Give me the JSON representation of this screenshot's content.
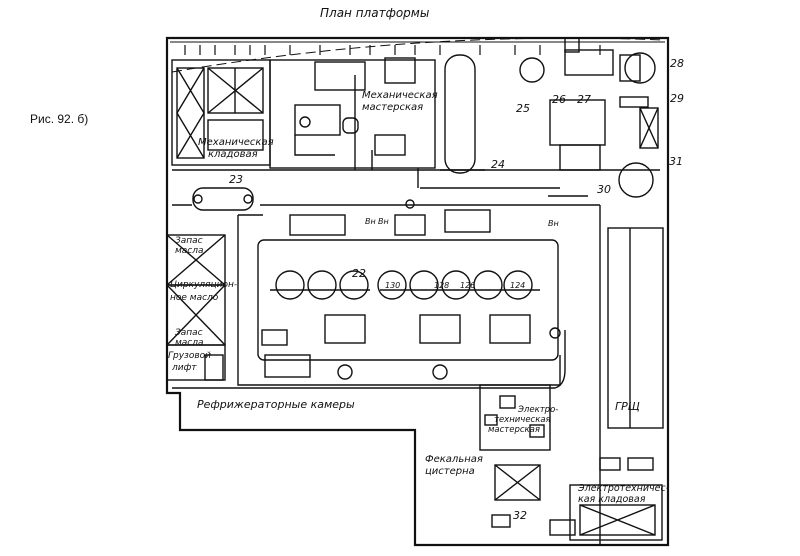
{
  "figure_caption": "Рис. 92. б)",
  "title": "План платформы",
  "rooms": {
    "mech_store_1": "Механическая",
    "mech_store_2": "кладовая",
    "mech_shop_1": "Механическая",
    "mech_shop_2": "мастерская",
    "oil_supply_top_1": "Запас",
    "oil_supply_top_2": "масла",
    "circulation_oil_1": "Циркуляцион-",
    "circulation_oil_2": "ное масло",
    "oil_supply_bottom_1": "Запас",
    "oil_supply_bottom_2": "масла",
    "cargo_lift_1": "Грузовой",
    "cargo_lift_2": "лифт",
    "refrigeration": "Рефрижераторные камеры",
    "elec_shop_1": "Электро-",
    "elec_shop_2": "техническая",
    "elec_shop_3": "мастерская",
    "fecal_tank_1": "Фекальная",
    "fecal_tank_2": "цистерна",
    "grshch": "ГРЩ",
    "elec_store_1": "Электротехничес-",
    "elec_store_2": "кая кладовая"
  },
  "small_labels": {
    "vn1": "Вн",
    "vn2": "Вн",
    "vn3": "Вн"
  },
  "callouts": [
    "22",
    "23",
    "24",
    "25",
    "26",
    "27",
    "28",
    "29",
    "30",
    "31",
    "32"
  ],
  "engine_numbers": [
    "130",
    "128",
    "126",
    "124"
  ]
}
